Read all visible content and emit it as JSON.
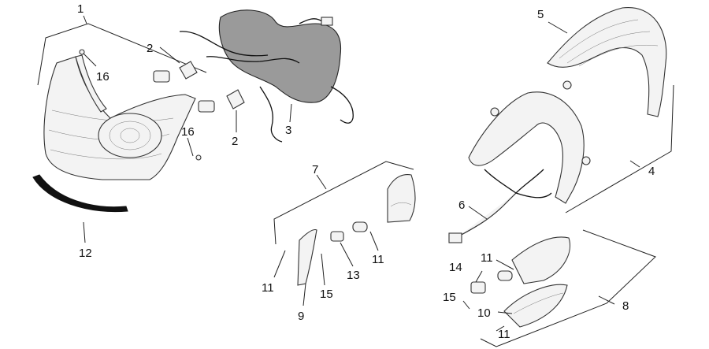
{
  "callouts": {
    "c1": "1",
    "c2a": "2",
    "c2b": "2",
    "c3": "3",
    "c4": "4",
    "c5": "5",
    "c6": "6",
    "c7": "7",
    "c8": "8",
    "c9": "9",
    "c10": "10",
    "c11a": "11",
    "c11b": "11",
    "c11c": "11",
    "c11d": "11",
    "c12": "12",
    "c13": "13",
    "c14": "14",
    "c15a": "15",
    "c15b": "15",
    "c16a": "16",
    "c16b": "16"
  }
}
